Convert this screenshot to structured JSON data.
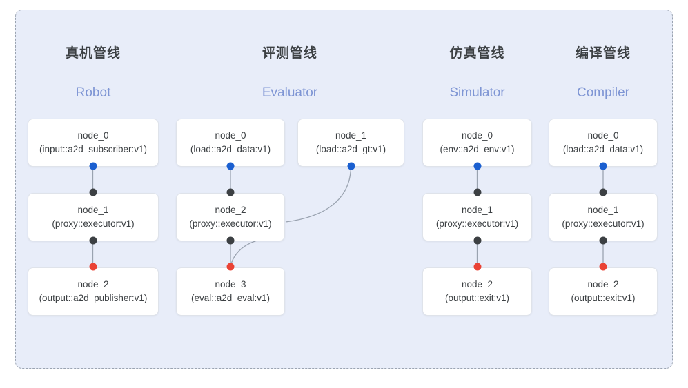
{
  "diagram": {
    "container_label": "pipeline-group",
    "background_color": "#e8edf9",
    "border_color": "#9aa3b0",
    "accent_color": "#7e95d4",
    "port_colors": {
      "in": "#1a5fd0",
      "mid": "#3c4043",
      "out": "#ea4335"
    }
  },
  "columns": [
    {
      "title_cn": "真机管线",
      "title_en": "Robot",
      "nodes": [
        {
          "name": "node_0",
          "type": "(input::a2d_subscriber:v1)"
        },
        {
          "name": "node_1",
          "type": "(proxy::executor:v1)"
        },
        {
          "name": "node_2",
          "type": "(output::a2d_publisher:v1)"
        }
      ]
    },
    {
      "title_cn": "评测管线",
      "title_en": "Evaluator",
      "nodes": [
        {
          "name": "node_0",
          "type": "(load::a2d_data:v1)"
        },
        {
          "name": "node_1",
          "type": "(load::a2d_gt:v1)"
        },
        {
          "name": "node_2",
          "type": "(proxy::executor:v1)"
        },
        {
          "name": "node_3",
          "type": "(eval::a2d_eval:v1)"
        }
      ]
    },
    {
      "title_cn": "仿真管线",
      "title_en": "Simulator",
      "nodes": [
        {
          "name": "node_0",
          "type": "(env::a2d_env:v1)"
        },
        {
          "name": "node_1",
          "type": "(proxy::executor:v1)"
        },
        {
          "name": "node_2",
          "type": "(output::exit:v1)"
        }
      ]
    },
    {
      "title_cn": "编译管线",
      "title_en": "Compiler",
      "nodes": [
        {
          "name": "node_0",
          "type": "(load::a2d_data:v1)"
        },
        {
          "name": "node_1",
          "type": "(proxy::executor:v1)"
        },
        {
          "name": "node_2",
          "type": "(output::exit:v1)"
        }
      ]
    }
  ]
}
